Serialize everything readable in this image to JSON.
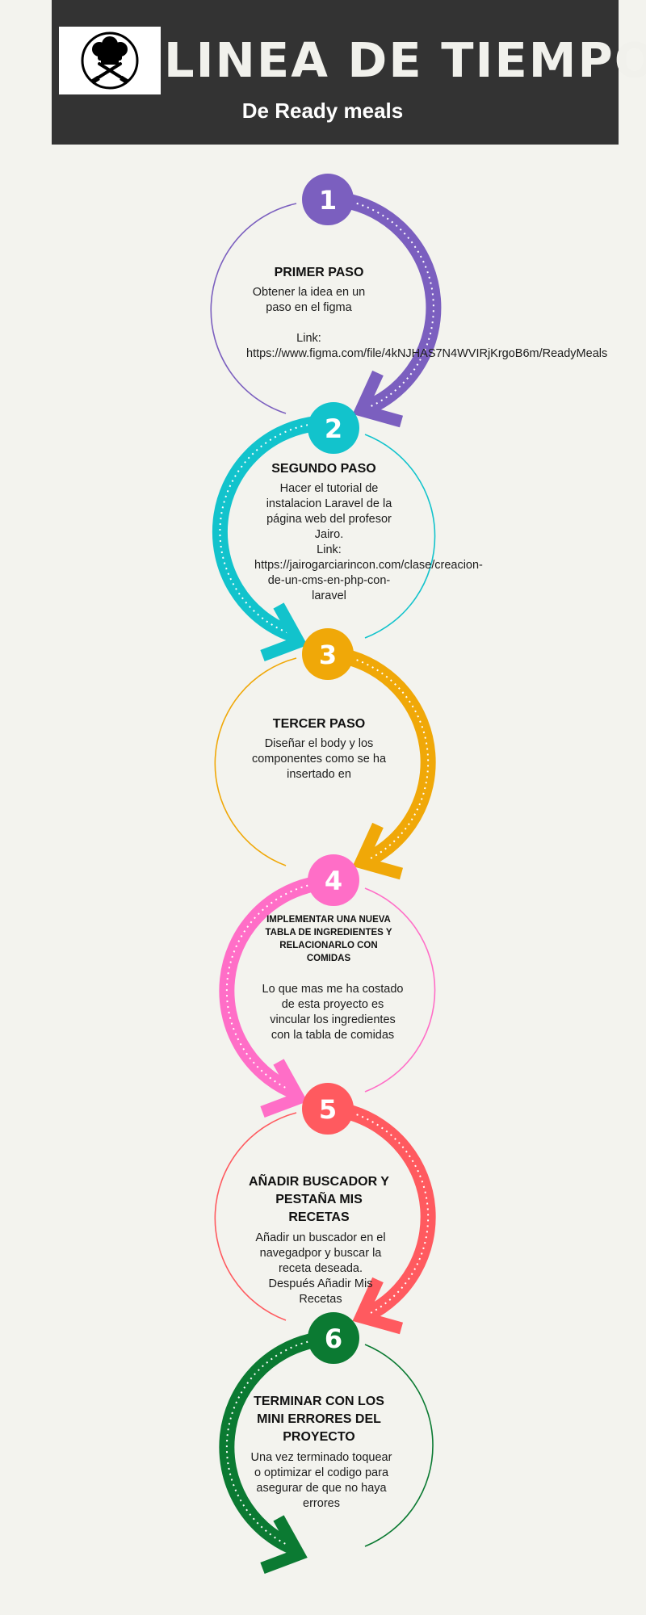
{
  "header": {
    "title": "LINEA DE TIEMPO",
    "subtitle": "De Ready meals",
    "logo_icon": "chef-hat-knives-icon"
  },
  "colors": {
    "background": "#f3f3ee",
    "header": "#333333",
    "step1": "#7b5fbf",
    "step2": "#12c3cc",
    "step3": "#f0a808",
    "step4": "#ff6ec7",
    "step5": "#ff5a5f",
    "step6": "#0b7a32"
  },
  "steps": [
    {
      "number": "1",
      "title": "PRIMER PASO",
      "body": "Obtener la idea en un paso en el figma\n\nLink:\nhttps://www.figma.com/file/4kNJHAS7N4WVIRjKrgoB6m/ReadyMeals"
    },
    {
      "number": "2",
      "title": "SEGUNDO PASO",
      "body": "Hacer el tutorial de instalacion Laravel de la página web del profesor Jairo.\nLink:\nhttps://jairogarciarincon.com/clase/creacion-de-un-cms-en-php-con-laravel"
    },
    {
      "number": "3",
      "title": "TERCER PASO",
      "body": "Diseñar el body y los componentes como se ha insertado en"
    },
    {
      "number": "4",
      "title": "IMPLEMENTAR UNA NUEVA TABLA DE INGREDIENTES Y RELACIONARLO CON COMIDAS",
      "body": "Lo que mas me ha  costado de esta proyecto es vincular los ingredientes con la tabla de comidas"
    },
    {
      "number": "5",
      "title": "AÑADIR BUSCADOR Y PESTAÑA MIS RECETAS",
      "body": "Añadir un buscador en el navegadpor y buscar la receta deseada.\nDespués Añadir Mis Recetas"
    },
    {
      "number": "6",
      "title": "TERMINAR CON LOS MINI ERRORES DEL PROYECTO",
      "body": "Una vez terminado toquear o optimizar el codigo para asegurar de que no haya errores"
    }
  ]
}
